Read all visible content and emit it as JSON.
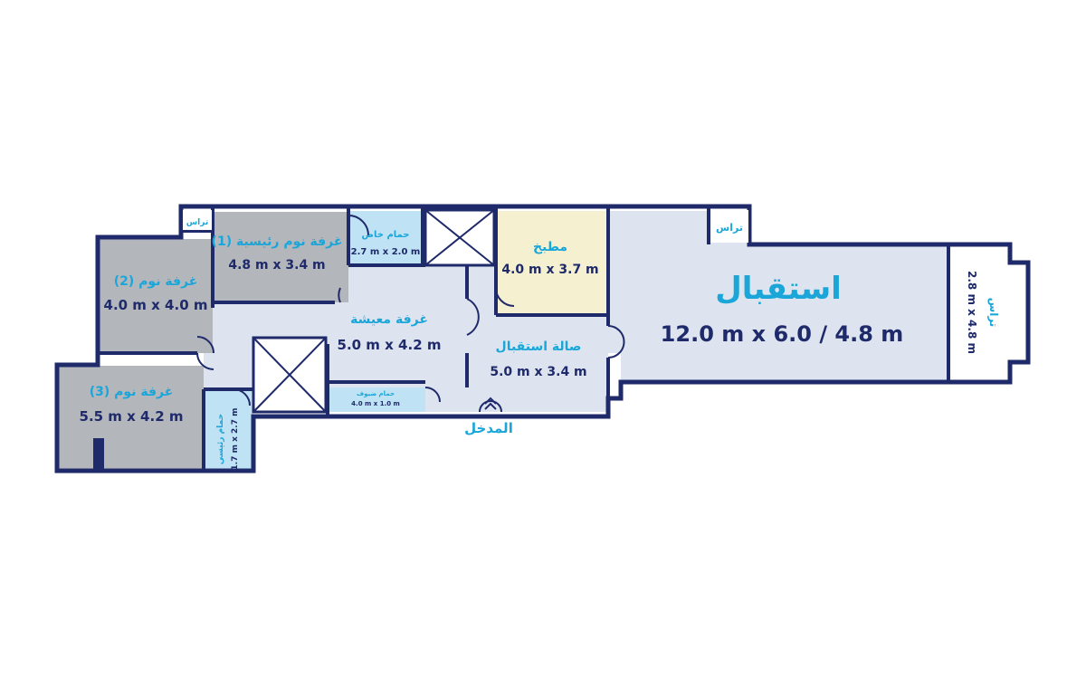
{
  "colors": {
    "wall": "#1f2a6b",
    "label_accent": "#1aa6d9",
    "bedroom_fill": "#b3b6bb",
    "living_fill": "#dde4ef",
    "bath_fill": "#bfe3f4",
    "kitchen_fill": "#f5f0cf",
    "terrace_fill": "#ffffff"
  },
  "rooms": {
    "master_bedroom": {
      "name": "غرفة نوم رئيسية (1)",
      "dim": "4.8 m x 3.4 m"
    },
    "private_bath": {
      "name": "حمام خاص",
      "dim": "2.7 m x 2.0 m"
    },
    "bedroom2": {
      "name": "غرفة نوم (2)",
      "dim": "4.0 m x 4.0 m"
    },
    "bedroom3": {
      "name": "غرفة نوم (3)",
      "dim": "5.5 m x 4.2 m"
    },
    "main_bath": {
      "name": "حمام رئيسي",
      "dim": "1.7 m x 2.7 m"
    },
    "living": {
      "name": "غرفة معيشة",
      "dim": "5.0 m x 4.2 m"
    },
    "guest_bath": {
      "name": "حمام ضيوف",
      "dim": "4.0 m x 1.0 m"
    },
    "kitchen": {
      "name": "مطبخ",
      "dim": "4.0 m x 3.7 m"
    },
    "hall": {
      "name": "صالة استقبال",
      "dim": "5.0 m x 3.4 m"
    },
    "reception": {
      "name": "استقبال",
      "dim": "12.0 m x 6.0 / 4.8 m"
    },
    "terrace_right": {
      "name": "تراس",
      "dim": "2.8 m x 4.8 m"
    },
    "terrace_small_left": {
      "name": "تراس"
    },
    "terrace_small_right": {
      "name": "تراس"
    }
  },
  "entrance": {
    "label": "المدخل"
  }
}
